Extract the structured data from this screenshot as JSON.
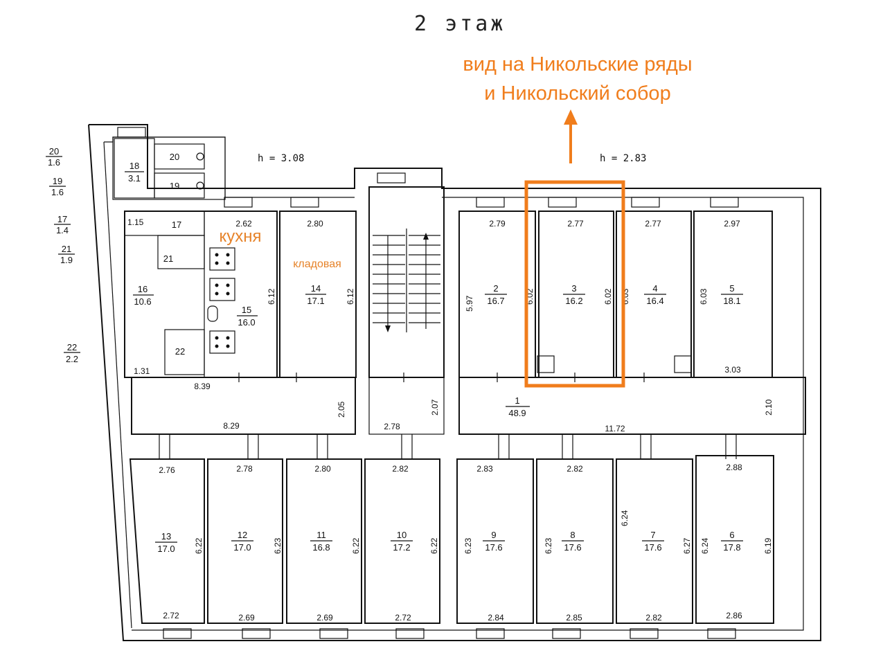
{
  "floor_title": "2 этаж",
  "view_note": {
    "line1": "вид на Никольские ряды",
    "line2": "и Никольский собор"
  },
  "heights": {
    "left": "h = 3.08",
    "right": "h = 2.83"
  },
  "labels": {
    "kitchen": "кухня",
    "storage": "кладовая"
  },
  "colors": {
    "accent": "#f07d1c",
    "lines": "#111111"
  },
  "rooms": [
    {
      "id": "1",
      "area": "48.9"
    },
    {
      "id": "2",
      "area": "16.7"
    },
    {
      "id": "3",
      "area": "16.2"
    },
    {
      "id": "4",
      "area": "16.4"
    },
    {
      "id": "5",
      "area": "18.1"
    },
    {
      "id": "6",
      "area": "17.8"
    },
    {
      "id": "7",
      "area": "17.6"
    },
    {
      "id": "8",
      "area": "17.6"
    },
    {
      "id": "9",
      "area": "17.6"
    },
    {
      "id": "10",
      "area": "17.2"
    },
    {
      "id": "11",
      "area": "16.8"
    },
    {
      "id": "12",
      "area": "17.0"
    },
    {
      "id": "13",
      "area": "17.0"
    },
    {
      "id": "14",
      "area": "17.1"
    },
    {
      "id": "15",
      "area": "16.0"
    },
    {
      "id": "16",
      "area": "10.6"
    },
    {
      "id": "17",
      "area": ""
    },
    {
      "id": "18",
      "area": "3.1"
    },
    {
      "id": "19",
      "area": ""
    },
    {
      "id": "20",
      "area": ""
    },
    {
      "id": "21",
      "area": ""
    },
    {
      "id": "22",
      "area": ""
    }
  ],
  "legend": [
    {
      "id": "20",
      "area": "1.6"
    },
    {
      "id": "19",
      "area": "1.6"
    },
    {
      "id": "17",
      "area": "1.4"
    },
    {
      "id": "21",
      "area": "1.9"
    },
    {
      "id": "22",
      "area": "2.2"
    }
  ],
  "dims": {
    "d_262": "2.62",
    "d_280a": "2.80",
    "d_279": "2.79",
    "d_277a": "2.77",
    "d_277b": "2.77",
    "d_297": "2.97",
    "d_115": "1.15",
    "d_612a": "6.12",
    "d_612b": "6.12",
    "d_597": "5.97",
    "d_602a": "6.02",
    "d_602b": "6.02",
    "d_603a": "6.03",
    "d_603b": "6.03",
    "d_131": "1.31",
    "d_839": "8.39",
    "d_303": "3.03",
    "d_205": "2.05",
    "d_207": "2.07",
    "d_210": "2.10",
    "d_829": "8.29",
    "d_278a": "2.78",
    "d_1172": "11.72",
    "d_276": "2.76",
    "d_278b": "2.78",
    "d_280b": "2.80",
    "d_282a": "2.82",
    "d_283": "2.83",
    "d_282b": "2.82",
    "d_288": "2.88",
    "d_622a": "6.22",
    "d_623a": "6.23",
    "d_622b": "6.22",
    "d_622c": "6.22",
    "d_623b": "6.23",
    "d_623c": "6.23",
    "d_624a": "6.24",
    "d_627": "6.27",
    "d_624b": "6.24",
    "d_619": "6.19",
    "d_272a": "2.72",
    "d_269a": "2.69",
    "d_269b": "2.69",
    "d_272b": "2.72",
    "d_284": "2.84",
    "d_285": "2.85",
    "d_282c": "2.82",
    "d_286": "2.86"
  }
}
